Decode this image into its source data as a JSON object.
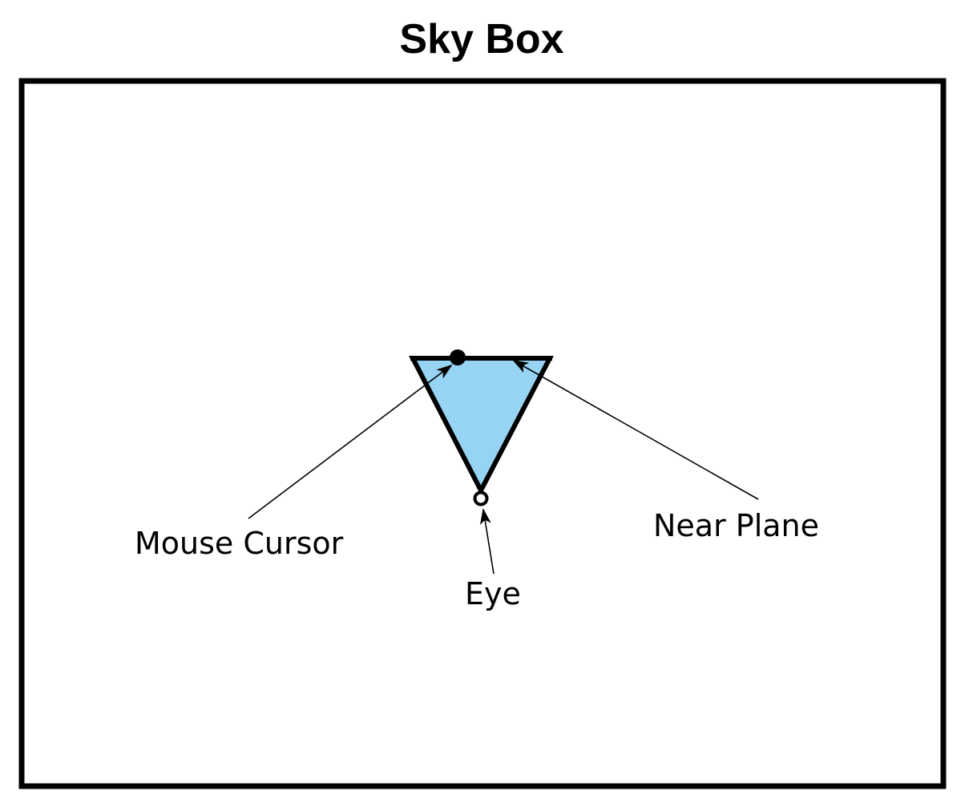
{
  "title": "Sky Box",
  "labels": {
    "mouse_cursor": "Mouse Cursor",
    "near_plane": "Near Plane",
    "eye": "Eye"
  },
  "colors": {
    "frustum_fill": "#97d4f3",
    "stroke": "#000000",
    "background": "#ffffff"
  }
}
